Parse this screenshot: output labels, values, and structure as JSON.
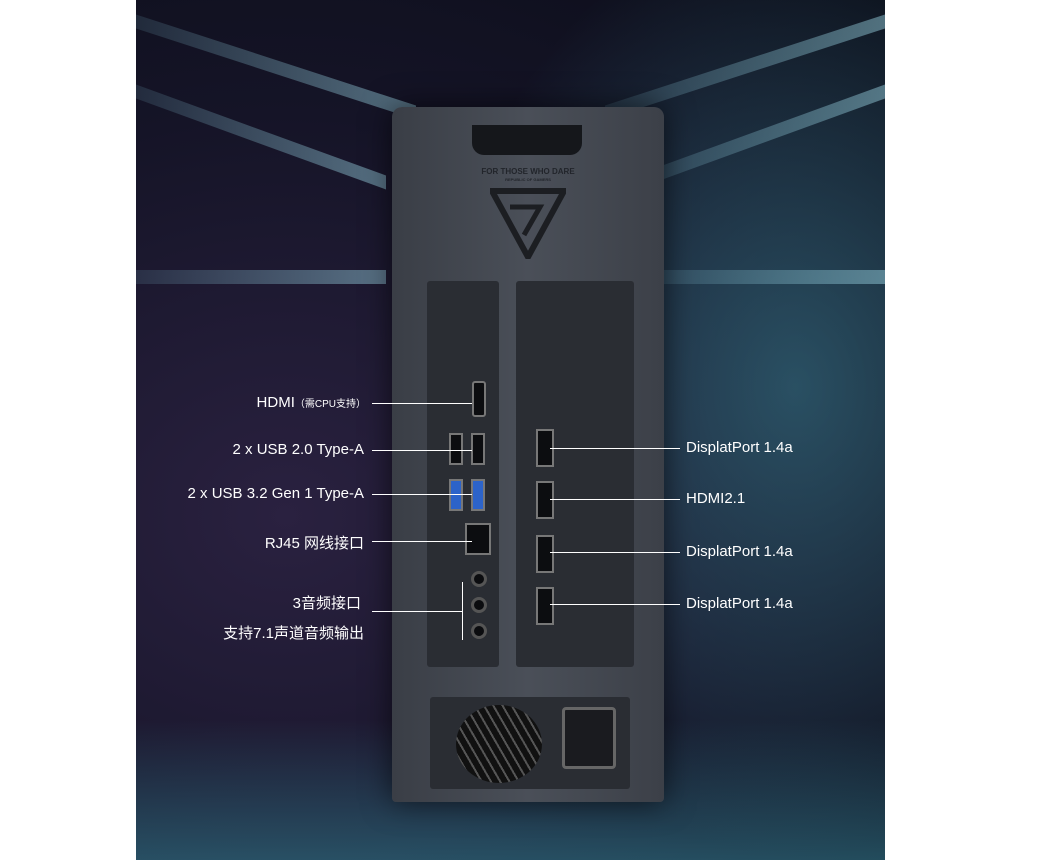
{
  "product": {
    "motto": "FOR THOSE WHO DARE",
    "brand": "REPUBLIC OF GAMERS"
  },
  "left_labels": [
    {
      "main": "HDMI",
      "note": "（需CPU支持）"
    },
    {
      "main": "2 x USB 2.0 Type-A"
    },
    {
      "main": "2 x USB 3.2 Gen 1 Type-A"
    },
    {
      "main": "RJ45 网线接口"
    },
    {
      "main": "3音频接口",
      "sub": "支持7.1声道音频输出"
    }
  ],
  "right_labels": [
    "DisplatPort 1.4a",
    "HDMI2.1",
    "DisplatPort 1.4a",
    "DisplatPort 1.4a"
  ],
  "colors": {
    "usb3": "#2c63c9",
    "label": "#ffffff"
  }
}
